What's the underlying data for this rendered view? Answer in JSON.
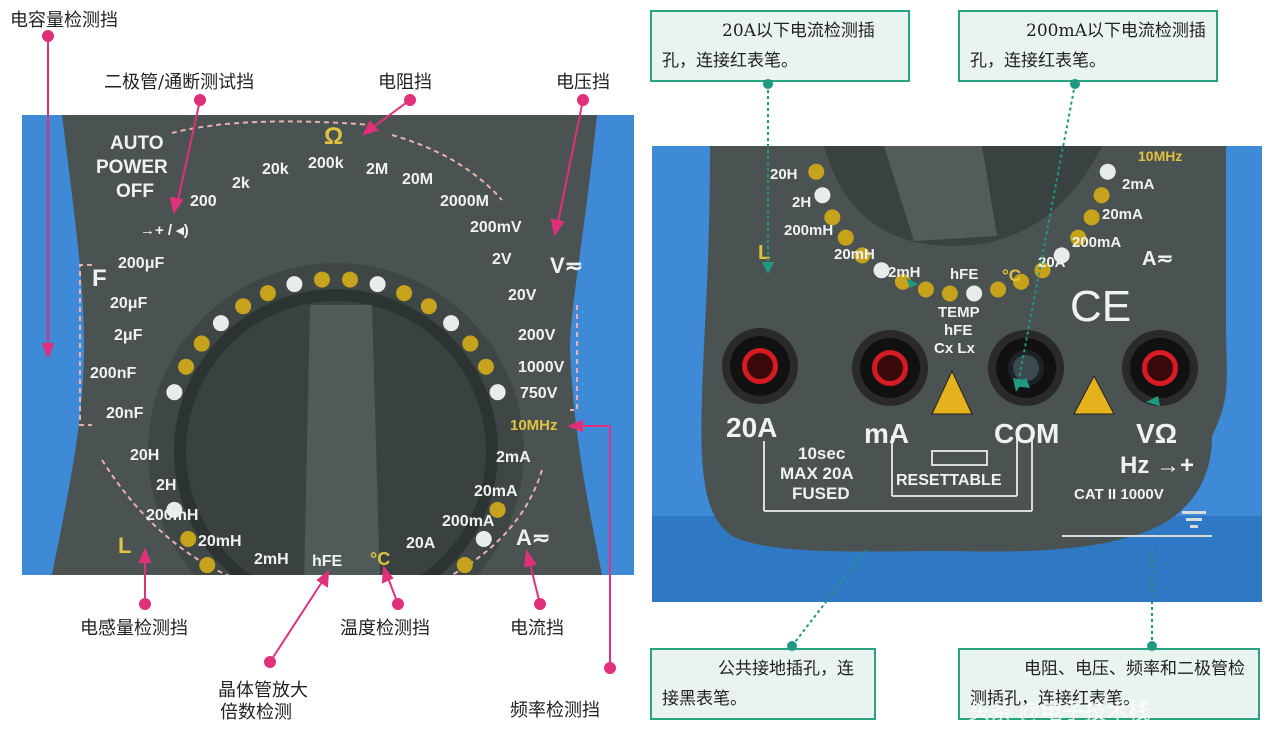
{
  "left_panel": {
    "auto_power_off": [
      "AUTO",
      "POWER",
      "OFF"
    ],
    "ohm_symbol": "Ω",
    "resistance_ranges": [
      "200",
      "2k",
      "20k",
      "200k",
      "2M",
      "20M",
      "2000M"
    ],
    "diode_symbol": "→+ / ◂)",
    "capacitance_symbol": "F",
    "capacitance_ranges": [
      "200μF",
      "20μF",
      "2μF",
      "200nF",
      "20nF"
    ],
    "voltage_ranges": [
      "200mV",
      "2V",
      "20V",
      "200V",
      "1000V",
      "750V"
    ],
    "voltage_symbol": "V≂",
    "frequency_range": "10MHz",
    "current_ranges": [
      "2mA",
      "20mA",
      "200mA",
      "20A"
    ],
    "current_symbol": "A≂",
    "inductance_ranges": [
      "20H",
      "2H",
      "200mH",
      "20mH",
      "2mH"
    ],
    "inductance_symbol": "L",
    "hfe_label": "hFE",
    "temp_label": "°C",
    "annotations": {
      "capacitance": "电容量检测挡",
      "diode": "二极管/通断测试挡",
      "resistance": "电阻挡",
      "voltage": "电压挡",
      "inductance": "电感量检测挡",
      "transistor": [
        "晶体管放大",
        "倍数检测"
      ],
      "temperature": "温度检测挡",
      "current": "电流挡",
      "frequency": "频率检测挡"
    }
  },
  "right_panel": {
    "dial_top": {
      "left_ranges": [
        "20H",
        "2H",
        "200mH",
        "20mH",
        "2mH"
      ],
      "right_ranges": [
        "10MHz",
        "2mA",
        "20mA",
        "200mA"
      ],
      "bottom_labels": [
        "hFE",
        "°C",
        "20A"
      ],
      "current_symbol": "A≂",
      "inductance_symbol": "L"
    },
    "temp_label": [
      "TEMP",
      "hFE",
      "Cx Lx"
    ],
    "ce_mark": "CE",
    "jacks": [
      "20A",
      "mA",
      "COM",
      "VΩ"
    ],
    "hz_label": "Hz →+",
    "fuse_text": [
      "10sec",
      "MAX 20A",
      "FUSED"
    ],
    "resettable": "RESETTABLE",
    "cat_rating": "CAT II 1000V",
    "callouts": {
      "a20": "20A以下电流检测插孔，连接红表笔。",
      "ma200": "200mA以下电流检测插孔，连接红表笔。",
      "com": "公共接地插孔，连接黑表笔。",
      "vohm": "电阻、电压、频率和二极管检测插孔，连接红表笔。"
    },
    "watermark": "头条 @电子技术栈"
  },
  "colors": {
    "callout_border": "#27a37f",
    "callout_bg": "#e9f3ef",
    "annotation_pink": "#e0307a",
    "meter_body": "#4a5352",
    "meter_blue": "#3e8ad6",
    "knob_yellow": "#c7a31c",
    "jack_red": "#d61b22"
  }
}
